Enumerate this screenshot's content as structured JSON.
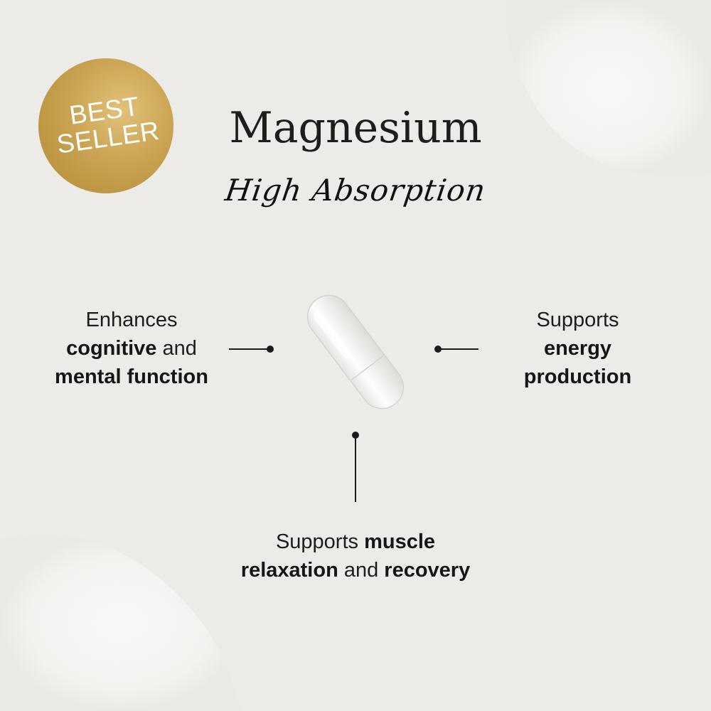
{
  "badge": {
    "line1": "BEST",
    "line2": "SELLER"
  },
  "title": "Magnesium",
  "subtitle": "High Absorption",
  "features": {
    "left": {
      "line1": "Enhances",
      "line2_bold": "cognitive",
      "line2_rest": " and",
      "line3_bold": "mental function"
    },
    "right": {
      "line1": "Supports",
      "line2_bold": "energy",
      "line3_bold": "production"
    },
    "bottom": {
      "line1_plain": "Supports ",
      "line1_bold": "muscle",
      "line2_bold1": "relaxation",
      "line2_plain": " and ",
      "line2_bold2": "recovery"
    }
  },
  "colors": {
    "background": "#eeede9",
    "badge_gold": "#c9a351",
    "text": "#1d1d1d",
    "powder": "#f8f8f6"
  },
  "icons": {
    "product": "capsule-image",
    "connector": "dot-line-connector"
  }
}
